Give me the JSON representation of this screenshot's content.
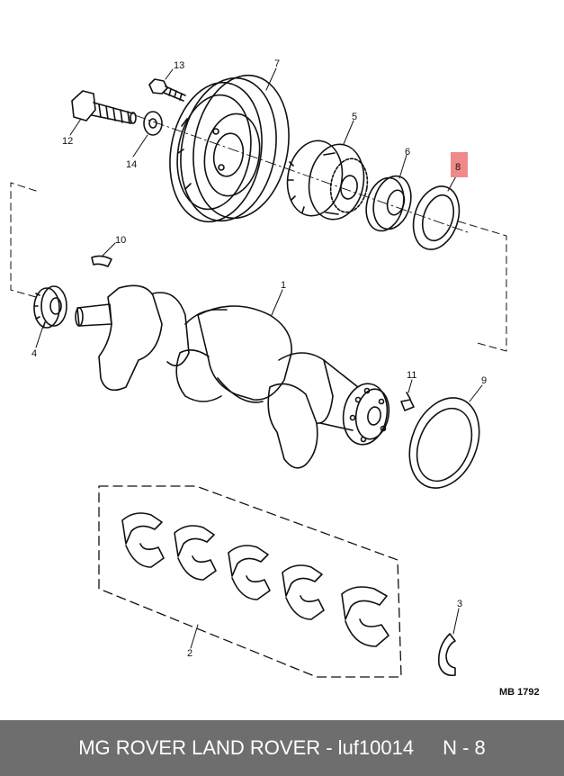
{
  "diagram": {
    "callouts": {
      "c1": "1",
      "c2": "2",
      "c3": "3",
      "c4": "4",
      "c5": "5",
      "c6": "6",
      "c7": "7",
      "c8": "8",
      "c9": "9",
      "c10": "10",
      "c11": "11",
      "c12": "12",
      "c13": "13",
      "c14": "14"
    },
    "highlight_color": "#f08a8a",
    "ref_code": "MB 1792"
  },
  "footer": {
    "brand_part": "MG ROVER LAND ROVER - luf10014",
    "position": "N - 8",
    "background": "#6e6e6e"
  }
}
